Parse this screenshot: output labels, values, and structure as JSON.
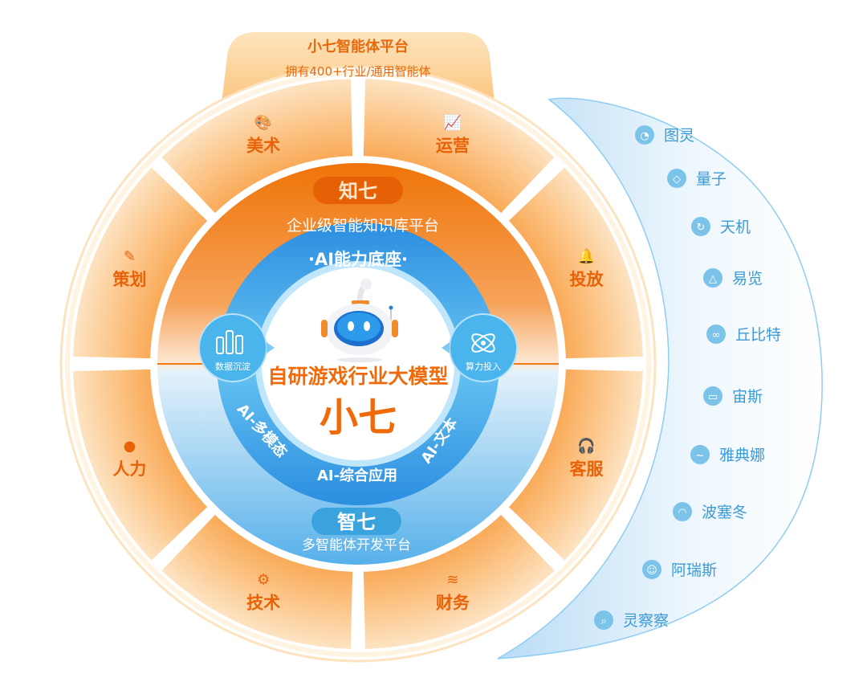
{
  "top_tab": {
    "title": "小七智能体平台",
    "subtitle": "拥有400+行业/通用智能体"
  },
  "segments": [
    {
      "label": "美术",
      "icon": "palette-icon"
    },
    {
      "label": "运营",
      "icon": "chart-icon"
    },
    {
      "label": "投放",
      "icon": "bell-icon"
    },
    {
      "label": "客服",
      "icon": "headset-icon"
    },
    {
      "label": "财务",
      "icon": "layers-icon"
    },
    {
      "label": "技术",
      "icon": "gear-icon"
    },
    {
      "label": "人力",
      "icon": "user-icon"
    },
    {
      "label": "策划",
      "icon": "edit-icon"
    }
  ],
  "zhiqi_top": {
    "badge": "知七",
    "subtitle": "企业级智能知识库平台"
  },
  "zhiqi_bottom": {
    "badge": "智七",
    "subtitle": "多智能体开发平台"
  },
  "ai_ring": {
    "title": "·AI能力底座·",
    "left": "AI-多模态",
    "bottom": "AI-综合应用",
    "right": "AI-文本"
  },
  "side_bubbles": {
    "left": "数据沉淀",
    "right": "算力投入"
  },
  "core": {
    "line1": "自研游戏行业大模型",
    "line2": "小七"
  },
  "agents": [
    {
      "label": "图灵",
      "icon": "palette-icon"
    },
    {
      "label": "量子",
      "icon": "cube-icon"
    },
    {
      "label": "天机",
      "icon": "cycle-icon"
    },
    {
      "label": "易览",
      "icon": "bell-icon"
    },
    {
      "label": "丘比特",
      "icon": "bubbles-icon"
    },
    {
      "label": "宙斯",
      "icon": "gamepad-icon"
    },
    {
      "label": "雅典娜",
      "icon": "wave-icon"
    },
    {
      "label": "波塞冬",
      "icon": "gauge-icon"
    },
    {
      "label": "阿瑞斯",
      "icon": "user-icon"
    },
    {
      "label": "灵察察",
      "icon": "search-icon"
    }
  ],
  "colors": {
    "orange": "#f07a12",
    "orange_light": "#fbc27e",
    "blue": "#2a95e2",
    "blue_light": "#d7ecfa",
    "text_blue": "#3c9ad8"
  }
}
